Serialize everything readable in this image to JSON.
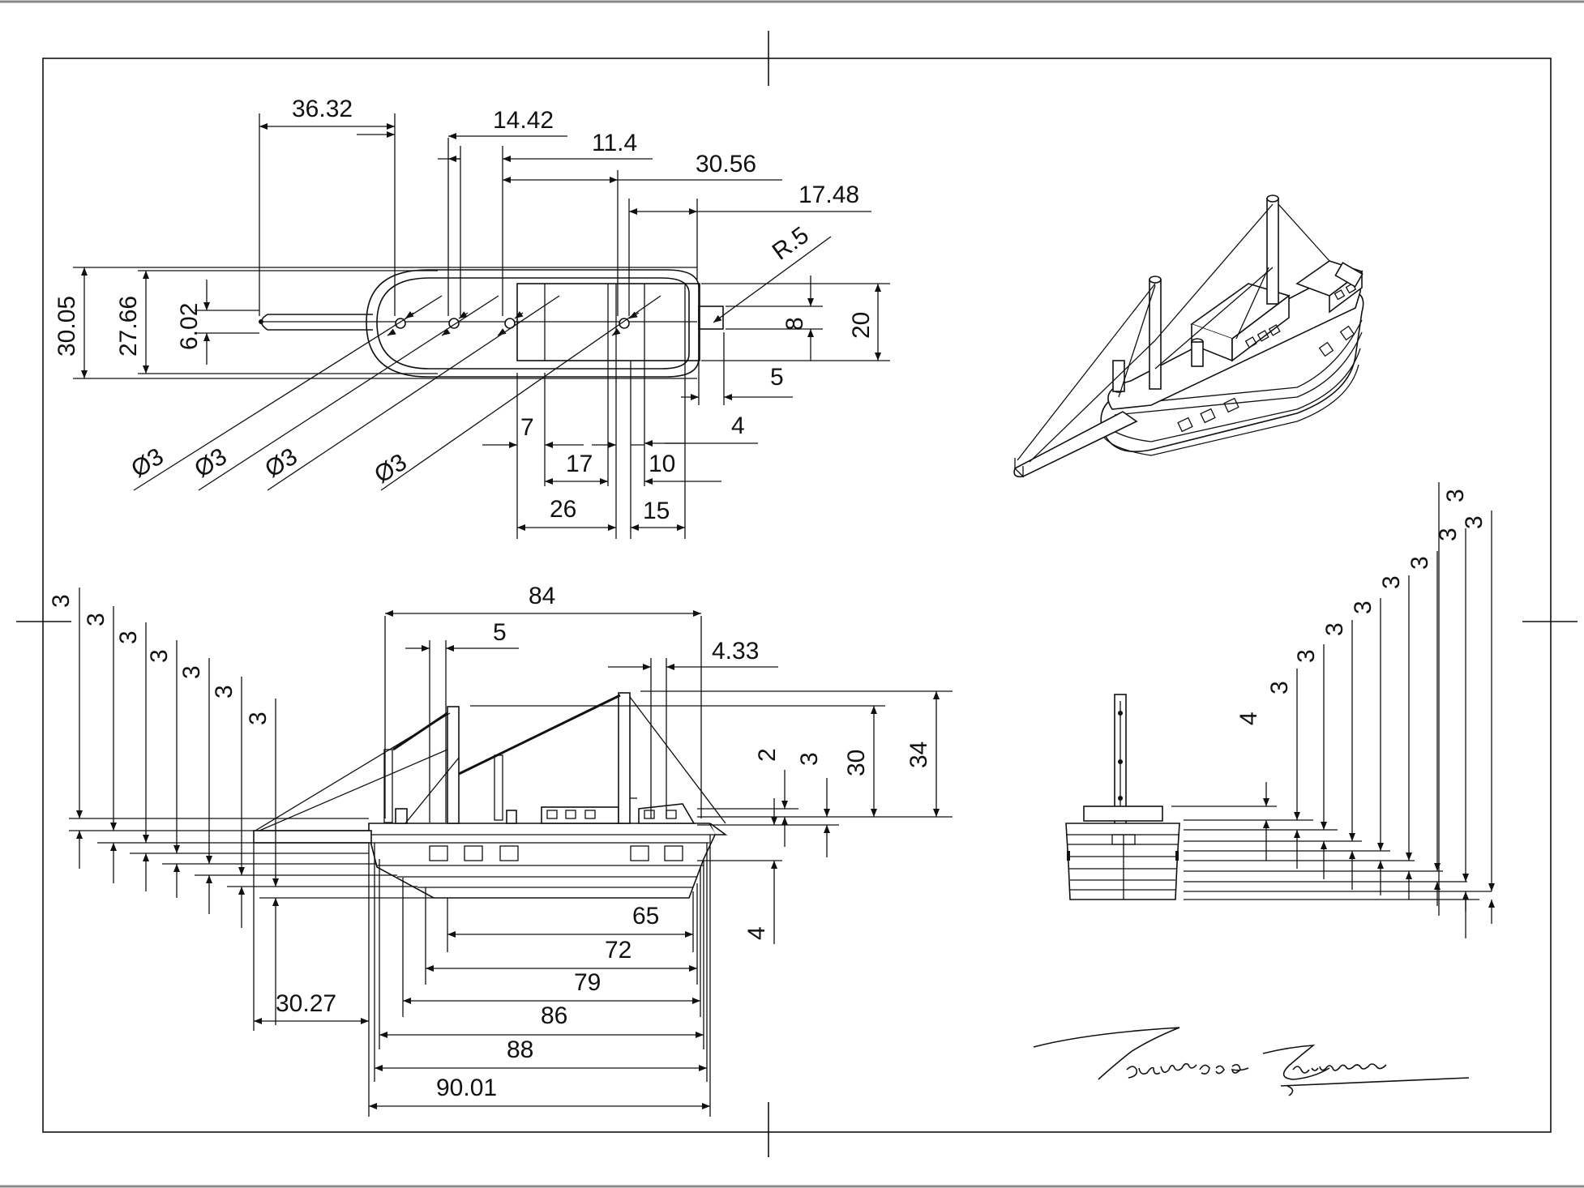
{
  "drawing": {
    "top_view": {
      "dims": [
        "36.32",
        "14.42",
        "11.4",
        "30.56",
        "17.48",
        "R.5",
        "30.05",
        "27.66",
        "6.02",
        "8",
        "20",
        "5",
        "4",
        "7",
        "17",
        "10",
        "26",
        "15"
      ],
      "holes": [
        "Ø3",
        "Ø3",
        "Ø3",
        "Ø3"
      ]
    },
    "side_view": {
      "left_stack": [
        "3",
        "3",
        "3",
        "3",
        "3",
        "3",
        "3"
      ],
      "top_dims": [
        "84",
        "5",
        "4.33"
      ],
      "right_dims": [
        "2",
        "3",
        "30",
        "34",
        "4"
      ],
      "bottom_dims": [
        "65",
        "72",
        "79",
        "86",
        "88",
        "90.01",
        "30.27"
      ]
    },
    "end_view": {
      "stack": [
        "4",
        "3",
        "3",
        "3",
        "3",
        "3",
        "3",
        "3",
        "3",
        "3"
      ]
    },
    "signature": "Tsunemasa Fujiwara"
  }
}
